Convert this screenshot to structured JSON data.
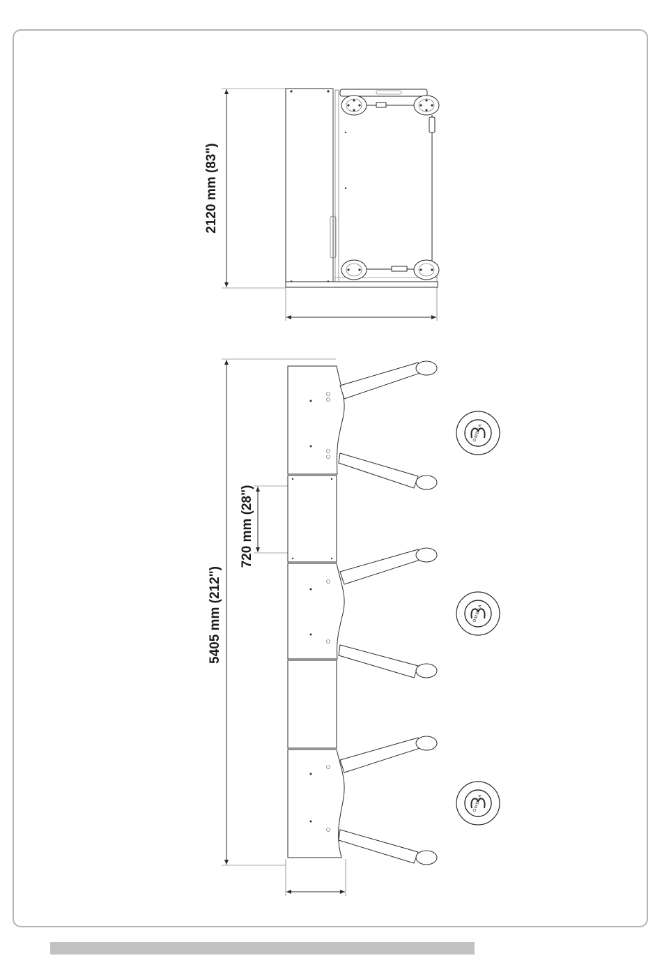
{
  "top_view": {
    "height_label": "2120 mm (83\")"
  },
  "bottom_view": {
    "length_label": "5405 mm (212\")",
    "module_label": "720 mm (28\")"
  },
  "logo": {
    "text": "OMEGA"
  },
  "colors": {
    "frame_border": "#b3b3b3",
    "footer_bar": "#c2c2c2",
    "line": "#2a2a2a"
  }
}
